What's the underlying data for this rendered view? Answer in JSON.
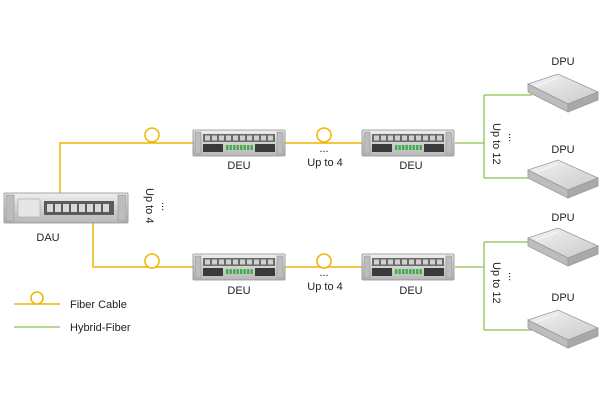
{
  "labels": {
    "dau": "DAU",
    "deu": "DEU",
    "dpu": "DPU",
    "up_to_4": "Up to 4",
    "up_to_12": "Up to 12",
    "ellipsis": "..."
  },
  "legend": {
    "fiber_cable": "Fiber Cable",
    "hybrid_fiber": "Hybrid-Fiber"
  },
  "colors": {
    "fiber": "#f0b400",
    "hybrid": "#8cc04a",
    "device_body": "#d4d4d4",
    "device_dark": "#4a4a4a"
  }
}
